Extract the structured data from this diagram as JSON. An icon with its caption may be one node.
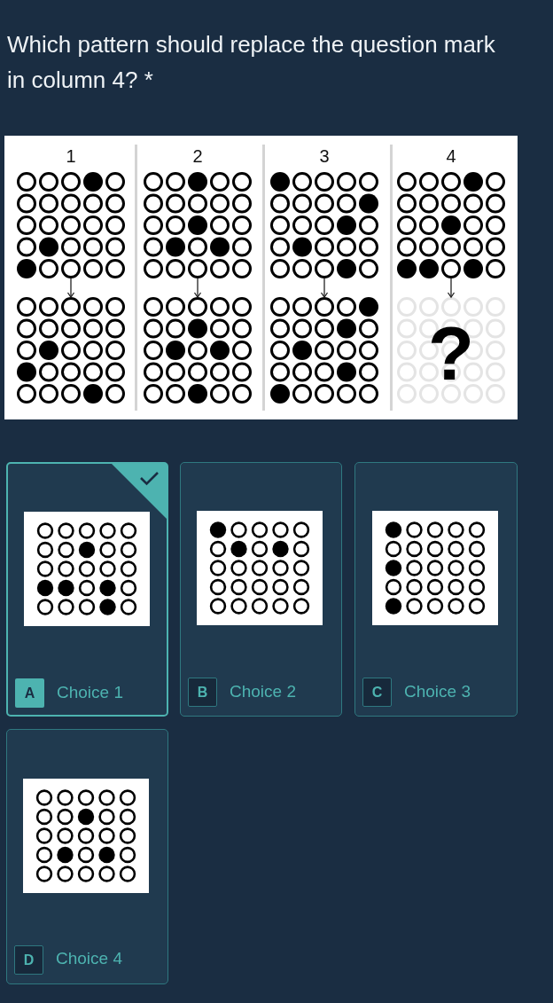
{
  "diagram": {
    "title": "Which pattern should replace the question mark in column 4? *",
    "nodes": [
      {
        "text": [],
        "shape": "picture"
      },
      {
        "text": [],
        "shape": "picture"
      },
      {
        "text": [],
        "shape": "picture"
      },
      {
        "text": [],
        "shape": "picture"
      },
      {
        "text": [],
        "shape": "picture"
      },
      {
        "text": [],
        "shape": "picture"
      },
      {
        "text": [],
        "shape": "picture"
      },
      {
        "text": [
          "?"
        ]
      },
      {
        "text": [
          "Choice 1"
        ]
      },
      {
        "text": [],
        "shape": "picture",
        "in": 8
      },
      {
        "text": [
          "A"
        ],
        "in": 8
      },
      {
        "text": [
          "Choice 2"
        ]
      },
      {
        "text": [],
        "shape": "picture",
        "in": 11
      },
      {
        "text": [
          "B"
        ],
        "in": 11
      },
      {
        "text": [
          "Choice 3"
        ]
      },
      {
        "text": [],
        "shape": "picture",
        "in": 14
      },
      {
        "text": [
          "C"
        ],
        "in": 14
      },
      {
        "text": [
          "Choice 4"
        ]
      },
      {
        "text": [],
        "shape": "picture",
        "in": 17
      },
      {
        "text": [
          "D"
        ],
        "in": 17
      }
    ],
    "edges": [
      {
        "from": 0,
        "to": 4,
        "arrow": "to"
      },
      {
        "from": 1,
        "to": 5,
        "arrow": "to"
      },
      {
        "from": 2,
        "to": 6,
        "arrow": "to"
      },
      {
        "from": 3,
        "to": 7,
        "arrow": "to"
      }
    ],
    "labels": [
      "1",
      "2",
      "3",
      "4"
    ]
  }
}
